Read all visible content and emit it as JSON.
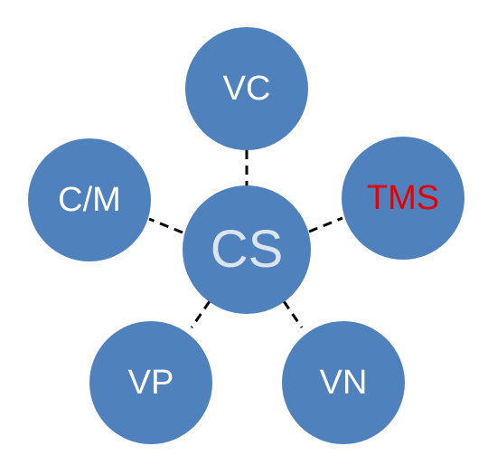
{
  "diagram": {
    "center": {
      "label": "CS",
      "text_color": "#dbe5f1"
    },
    "nodes": [
      {
        "id": "vc",
        "label": "VC",
        "text_color": "#ffffff"
      },
      {
        "id": "tms",
        "label": "TMS",
        "text_color": "#e60000"
      },
      {
        "id": "vn",
        "label": "VN",
        "text_color": "#ffffff"
      },
      {
        "id": "vp",
        "label": "VP",
        "text_color": "#ffffff"
      },
      {
        "id": "cm",
        "label": "C/M",
        "text_color": "#ffffff"
      }
    ],
    "node_fill": "#4f81bd",
    "connector_color": "#000000",
    "connector_style": "dashed"
  }
}
